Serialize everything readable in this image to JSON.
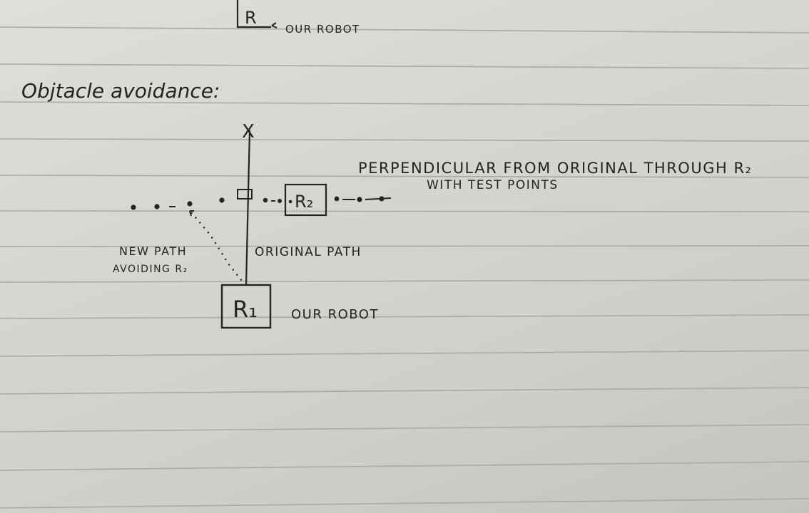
{
  "heading": "Objtacle avoidance:",
  "robot_marker_top": "R",
  "robot_label_top": "OUR ROBOT",
  "target_marker": "X",
  "perpendicular_note_line1": "PERPENDICULAR FROM ORIGINAL THROUGH R₂",
  "perpendicular_note_line2": "WITH TEST POINTS",
  "obstacle_robot": "R₂",
  "new_path_line1": "NEW PATH",
  "new_path_line2": "AVOIDING R₂",
  "original_path": "ORIGINAL PATH",
  "own_robot": "R₁",
  "own_robot_label": "OUR ROBOT"
}
